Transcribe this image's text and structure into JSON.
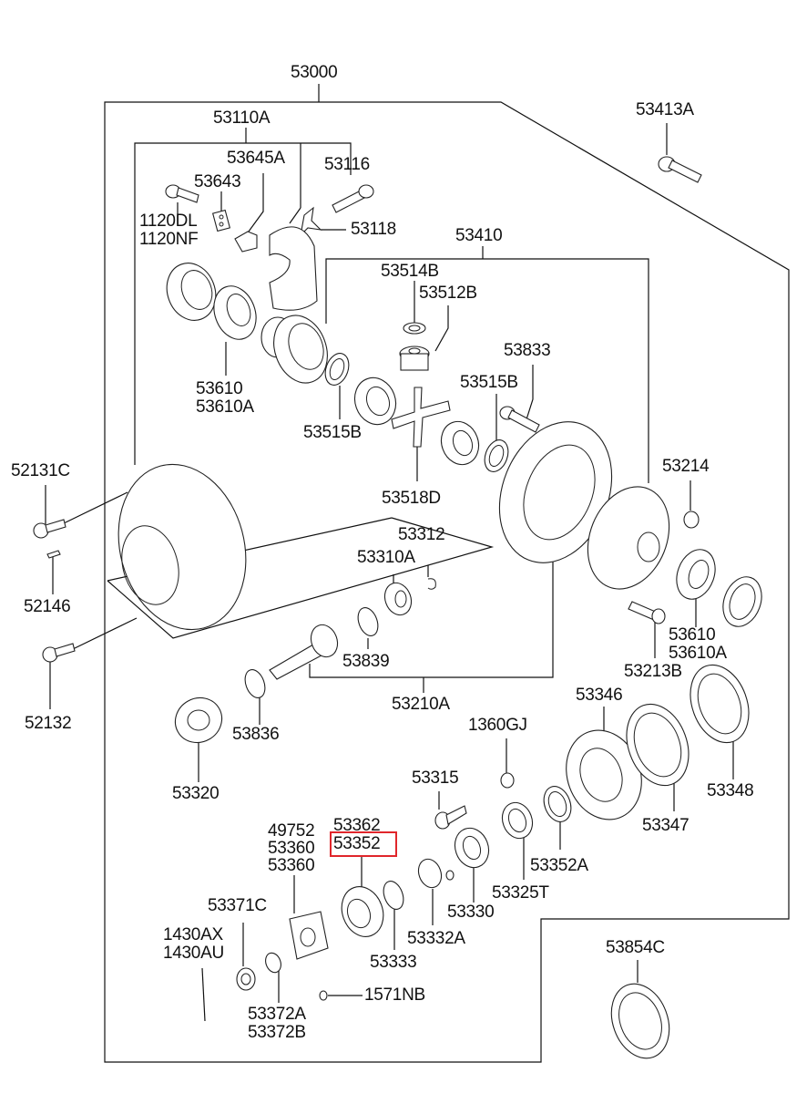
{
  "diagram": {
    "title": "Rear Axle Differential Carrier - Exploded Parts Diagram",
    "highlight_color": "#e0262b",
    "highlighted_part": "53352",
    "labels": {
      "p53000": "53000",
      "p53110A": "53110A",
      "p53645A": "53645A",
      "p53116": "53116",
      "p53643": "53643",
      "p1120DL": "1120DL",
      "p1120NF": "1120NF",
      "p53118": "53118",
      "p53413A": "53413A",
      "p53410": "53410",
      "p53514B": "53514B",
      "p53512B": "53512B",
      "p53833": "53833",
      "p53610_top": "53610",
      "p53610A_top": "53610A",
      "p53515B_left": "53515B",
      "p53515B_right": "53515B",
      "p52131C": "52131C",
      "p53518D": "53518D",
      "p53214": "53214",
      "p53312": "53312",
      "p53310A": "53310A",
      "p52146": "52146",
      "p53610_right": "53610",
      "p53610A_right": "53610A",
      "p53839": "53839",
      "p53213B": "53213B",
      "p52132": "52132",
      "p53210A": "53210A",
      "p53346": "53346",
      "p53836": "53836",
      "p1360GJ": "1360GJ",
      "p53315": "53315",
      "p53320": "53320",
      "p53348": "53348",
      "p49752": "49752",
      "p53360a": "53360",
      "p53360b": "53360",
      "p53362": "53362",
      "p53352": "53352",
      "p53347": "53347",
      "p53352A": "53352A",
      "p53325T": "53325T",
      "p53371C": "53371C",
      "p53330": "53330",
      "p1430AX": "1430AX",
      "p1430AU": "1430AU",
      "p53332A": "53332A",
      "p53854C": "53854C",
      "p53333": "53333",
      "p1571NB": "1571NB",
      "p53372A": "53372A",
      "p53372B": "53372B"
    }
  }
}
